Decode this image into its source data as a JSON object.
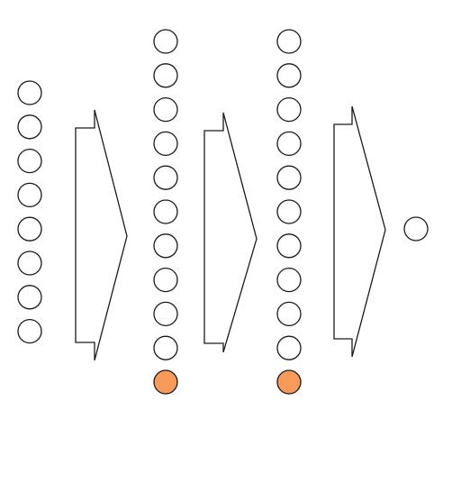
{
  "diagram": {
    "type": "neural-network-layers",
    "layers": [
      {
        "name": "input",
        "nodes": 8,
        "highlighted_nodes": 0
      },
      {
        "name": "hidden-1",
        "nodes": 11,
        "highlighted_nodes": 1
      },
      {
        "name": "hidden-2",
        "nodes": 11,
        "highlighted_nodes": 1
      },
      {
        "name": "output",
        "nodes": 1,
        "highlighted_nodes": 0
      }
    ],
    "connections": [
      {
        "from": "input",
        "to": "hidden-1",
        "style": "chevron-arrow"
      },
      {
        "from": "hidden-1",
        "to": "hidden-2",
        "style": "chevron-arrow"
      },
      {
        "from": "hidden-2",
        "to": "output",
        "style": "chevron-arrow"
      }
    ],
    "colors": {
      "node_fill": "#ffffff",
      "node_stroke": "#1a1a1a",
      "highlight_fill": "#f79a5a",
      "arrow_stroke": "#1a1a1a"
    }
  }
}
